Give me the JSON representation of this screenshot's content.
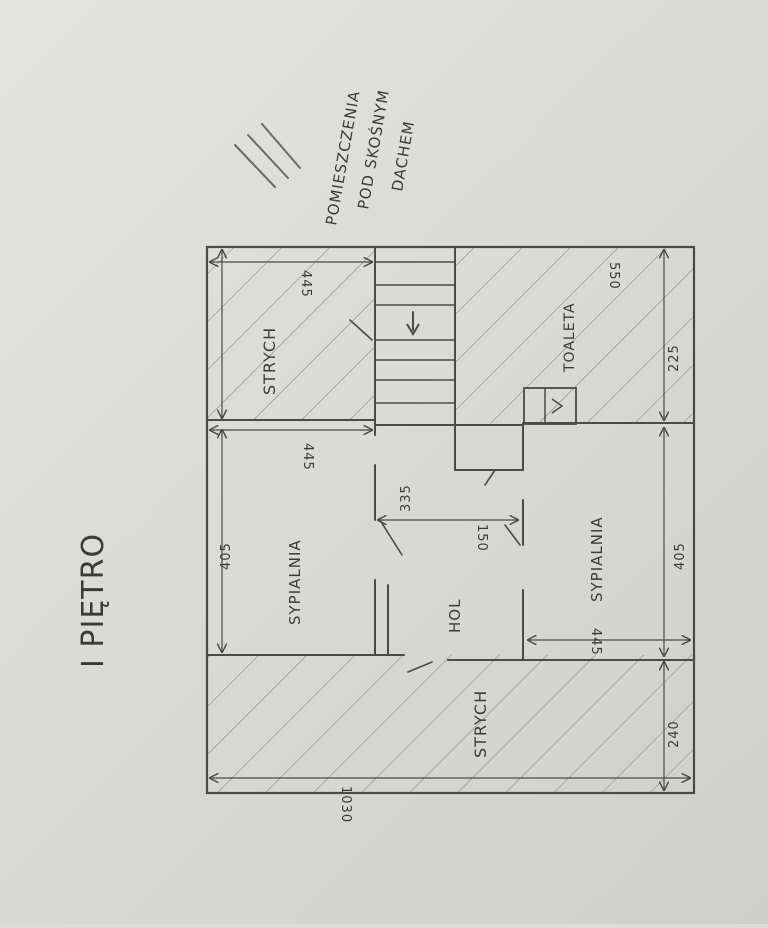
{
  "floor_label": "I PIĘTRO",
  "legend": {
    "line1": "POMIESZCZENIA",
    "line2": "POD SKOŚNYM",
    "line3": "DACHEM"
  },
  "rooms": {
    "strych_top": "STRYCH",
    "sypialnia_left": "SYPIALNIA",
    "hol": "HOL",
    "sypialnia_right": "SYPIALNIA",
    "toaleta": "TOALETA",
    "strych_bottom": "STRYCH"
  },
  "dimensions": {
    "strych_top_width": "445",
    "sypialnia_left_width": "445",
    "sypialnia_left_depth": "405",
    "hol_width": "335",
    "hol_door": "150",
    "sypialnia_right_width": "445",
    "sypialnia_right_depth": "405",
    "toaleta_depth": "225",
    "right_top": "550",
    "strych_bottom_depth": "240",
    "total_width": "1030"
  }
}
